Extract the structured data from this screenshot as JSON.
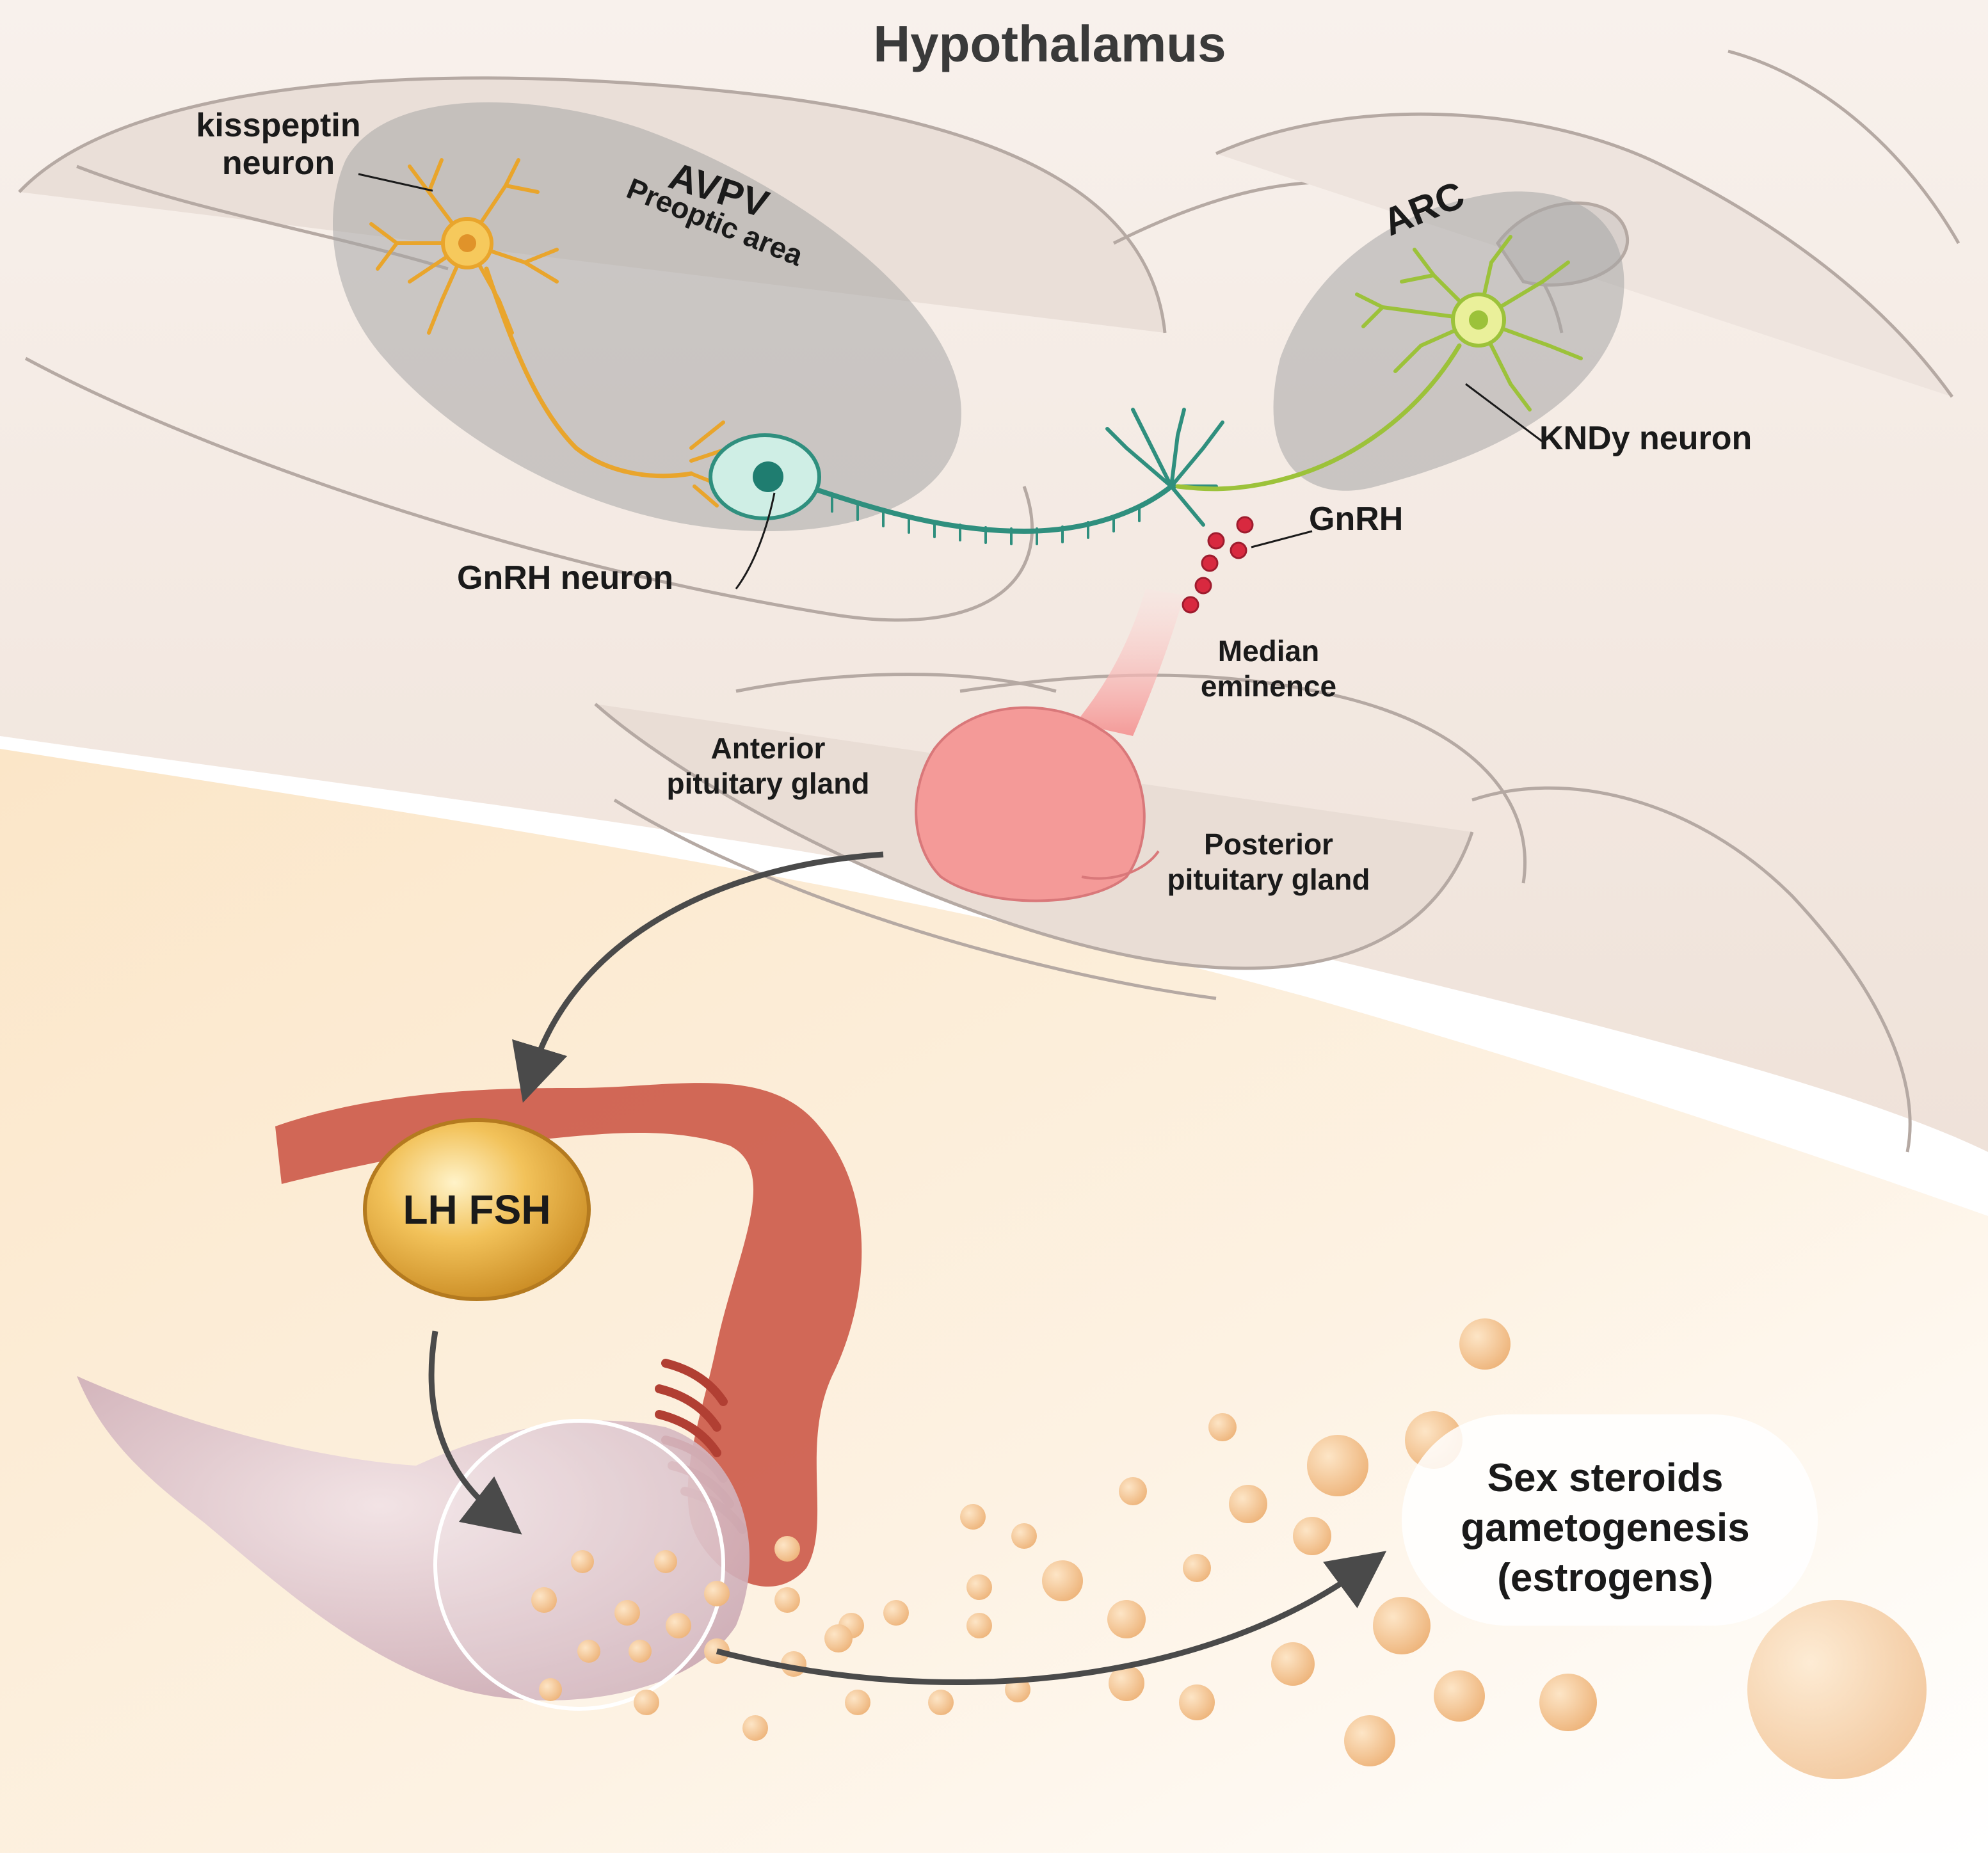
{
  "title": "Hypothalamus",
  "regions": {
    "avpv": "AVPV",
    "preoptic": "Preoptic area",
    "arc": "ARC"
  },
  "neurons": {
    "kisspeptin": [
      "kisspeptin",
      "neuron"
    ],
    "gnrh_neuron": "GnRH neuron",
    "kndy": "KNDy neuron"
  },
  "structures": {
    "gnrh": "GnRH",
    "median_eminence": [
      "Median",
      "eminence"
    ],
    "anterior_pituitary": [
      "Anterior",
      "pituitary gland"
    ],
    "posterior_pituitary": [
      "Posterior",
      "pituitary gland"
    ]
  },
  "hormone_node": "LH FSH",
  "output": [
    "Sex steroids",
    "gametogenesis",
    "(estrogens)"
  ],
  "colors": {
    "kisspeptin_neuron": "#f2b53a",
    "gnrh_neuron": "#3fa08e",
    "kndy_neuron": "#b6d24a",
    "gnrh_granules": "#d8293f",
    "pituitary": "#f49a98",
    "hormone_node": "#e8a93a",
    "oviduct": "#c9503f",
    "steroid_droplets": "#f3c28e",
    "nucleus_shading": "#a6a6a6"
  }
}
